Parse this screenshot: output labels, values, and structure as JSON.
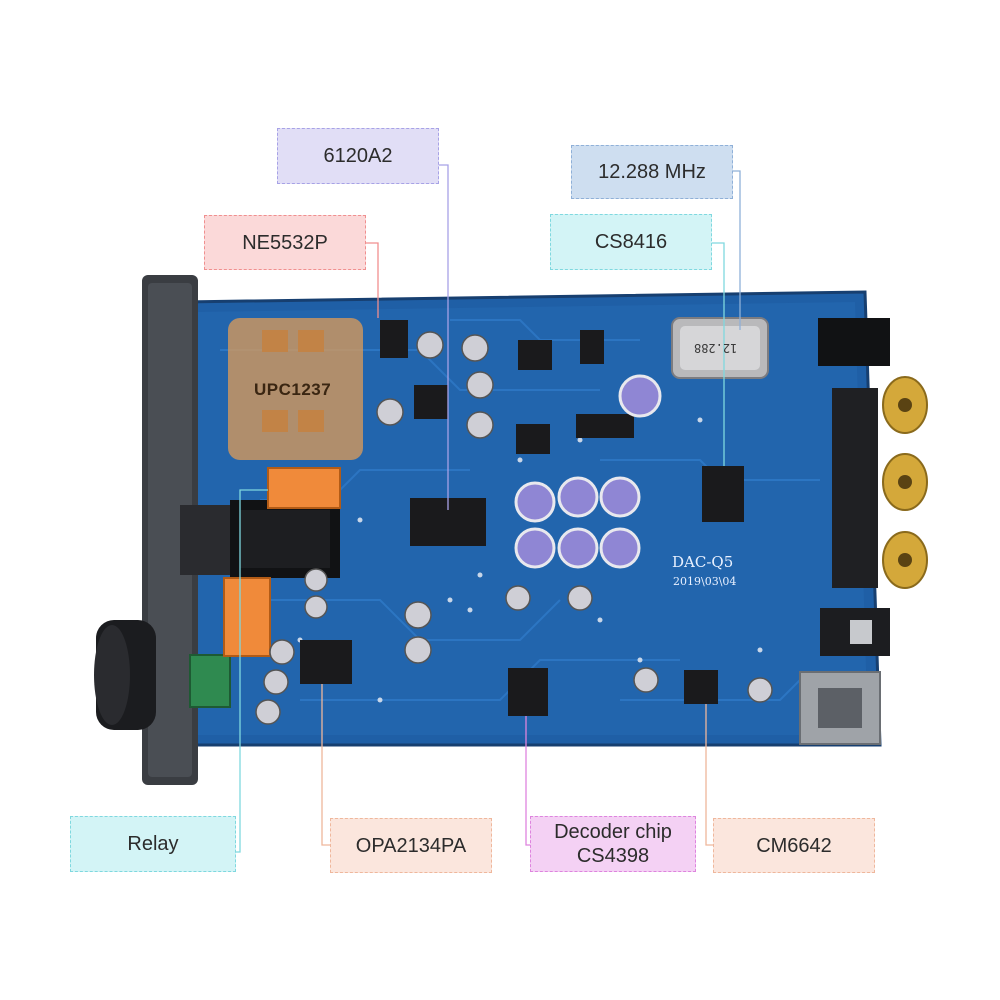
{
  "callouts": {
    "ic_6120a2": "6120A2",
    "crystal": "12.288 MHz",
    "opamp_ne5532p": "NE5532P",
    "receiver_cs8416": "CS8416",
    "relay": "Relay",
    "opamp_opa2134pa": "OPA2134PA",
    "decoder": "Decoder chip\nCS4398",
    "usb_cm6642": "CM6642"
  },
  "board": {
    "highlight_chip": "UPC1237",
    "model": "DAC-Q5",
    "date": "2019\\03\\04",
    "crystal_marking": "12.288"
  },
  "colors": {
    "pcb": "#1f5fa6",
    "faceplate": "#3a3d42",
    "cap_body": "#8f86d4"
  },
  "icons": [
    "rca-jack",
    "headphone-jack",
    "volume-knob",
    "usb-b-port",
    "optical-spdif-port",
    "dc-power-jack"
  ]
}
